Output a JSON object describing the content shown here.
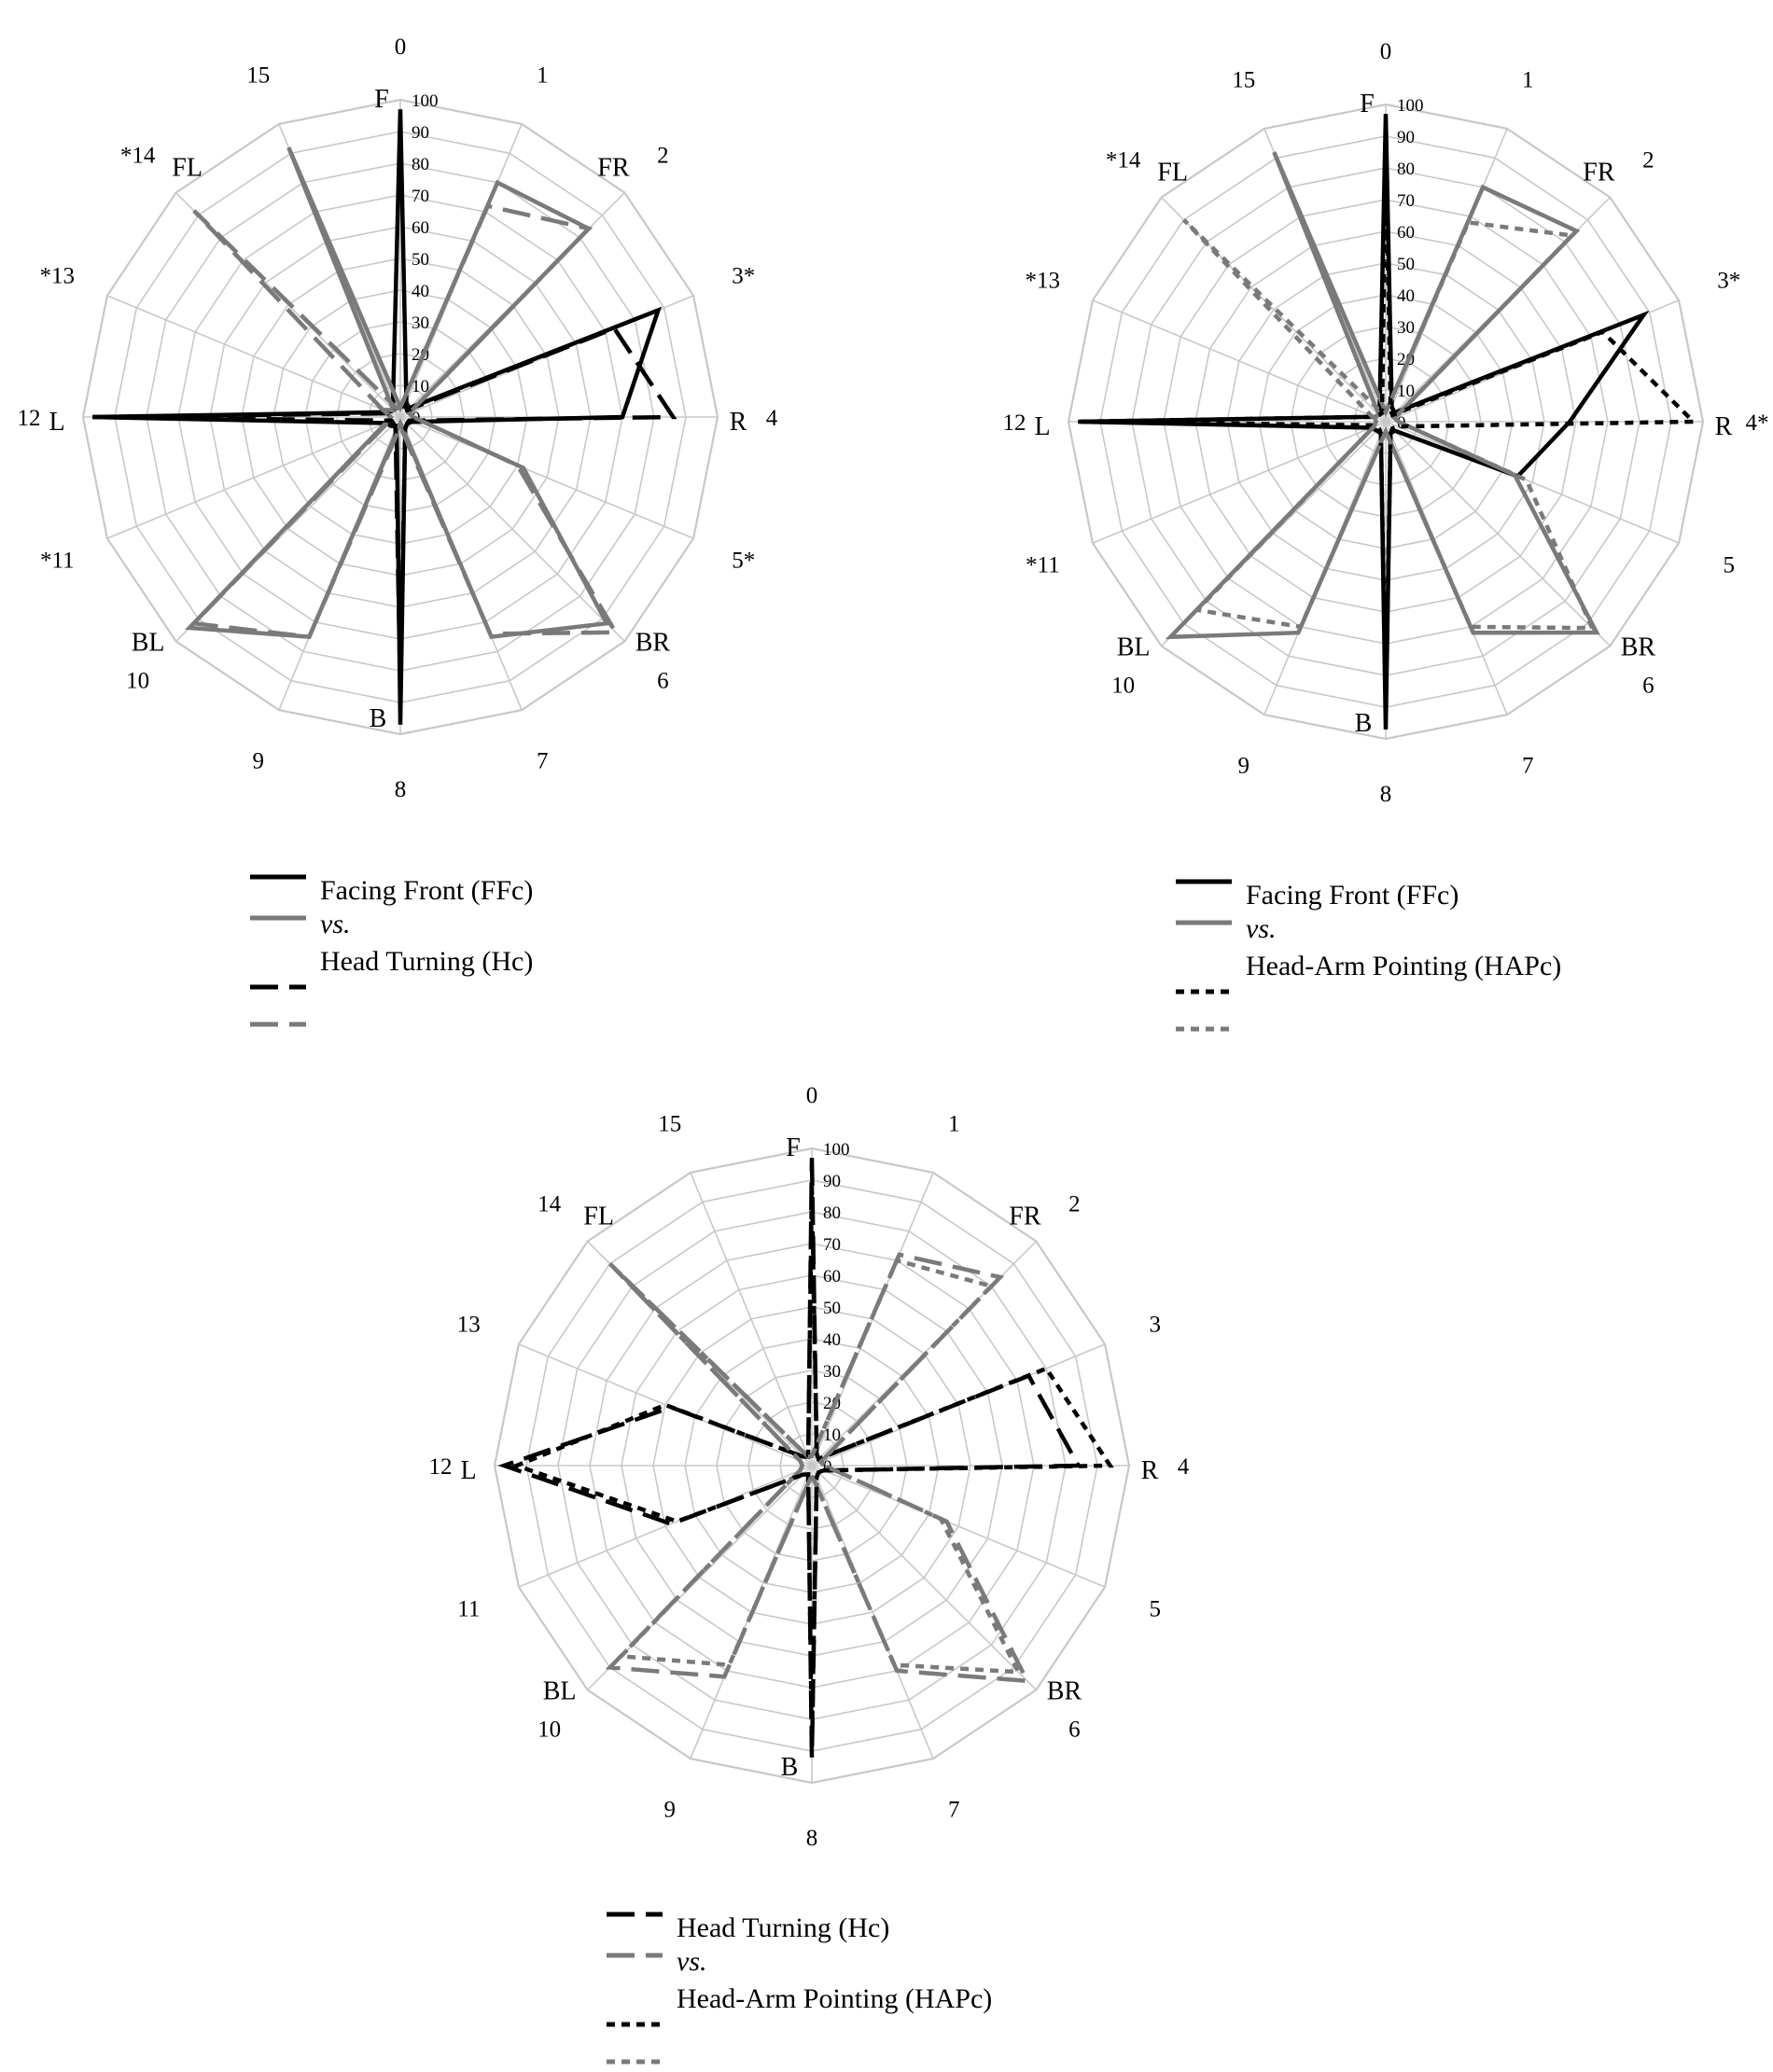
{
  "colors": {
    "black": "#000000",
    "gray": "#7a7a7a",
    "grid": "#c8c8c8"
  },
  "chart_data": [
    {
      "type": "radar",
      "axes": [
        "0",
        "1",
        "2",
        "3*",
        "4",
        "5*",
        "6",
        "7",
        "8",
        "9",
        "10",
        "*11",
        "12",
        "*13",
        "*14",
        "15"
      ],
      "direction_labels": {
        "F": 0,
        "FR": 2,
        "R": 4,
        "BR": 6,
        "B": 8,
        "BL": 10,
        "L": 12,
        "FL": 14
      },
      "ticks": [
        "0",
        "10",
        "20",
        "30",
        "40",
        "50",
        "60",
        "70",
        "80",
        "90",
        "100"
      ],
      "range": [
        0,
        100
      ],
      "series": [
        {
          "name": "Facing Front (FFc)",
          "color": "#000000",
          "dash": "solid",
          "values": [
            97,
            5,
            4,
            88,
            70,
            4,
            3,
            4,
            97,
            3,
            4,
            5,
            97,
            4,
            3,
            6
          ]
        },
        {
          "name": "Facing Front (FFc)",
          "color": "#7a7a7a",
          "dash": "solid",
          "values": [
            3,
            80,
            84,
            3,
            4,
            42,
            92,
            75,
            2,
            75,
            94,
            5,
            3,
            6,
            3,
            92
          ]
        },
        {
          "name": "Head Turning (Hc)",
          "color": "#000000",
          "dash": "dash",
          "values": [
            3,
            4,
            3,
            73,
            86,
            3,
            3,
            4,
            88,
            4,
            3,
            3,
            97,
            3,
            4,
            3
          ]
        },
        {
          "name": "Head Turning (Hc)",
          "color": "#7a7a7a",
          "dash": "dash",
          "values": [
            3,
            72,
            84,
            3,
            4,
            40,
            96,
            74,
            3,
            75,
            92,
            4,
            3,
            6,
            92,
            3
          ]
        }
      ],
      "legend": [
        {
          "text": "Facing Front (FFc)",
          "lines": [
            {
              "color": "#000000",
              "dash": "solid"
            },
            {
              "color": "#7a7a7a",
              "dash": "solid"
            }
          ]
        },
        {
          "text": "vs.",
          "italic": true,
          "lines": []
        },
        {
          "text": "Head Turning (Hc)",
          "lines": [
            {
              "color": "#000000",
              "dash": "dash"
            },
            {
              "color": "#7a7a7a",
              "dash": "dash"
            }
          ]
        }
      ]
    },
    {
      "type": "radar",
      "axes": [
        "0",
        "1",
        "2",
        "3*",
        "4*",
        "5",
        "6",
        "7",
        "8",
        "9",
        "10",
        "*11",
        "12",
        "*13",
        "*14",
        "15"
      ],
      "direction_labels": {
        "F": 0,
        "FR": 2,
        "R": 4,
        "BR": 6,
        "B": 8,
        "BL": 10,
        "L": 12,
        "FL": 14
      },
      "ticks": [
        "0",
        "10",
        "20",
        "30",
        "40",
        "50",
        "60",
        "70",
        "80",
        "90",
        "100"
      ],
      "range": [
        0,
        100
      ],
      "series": [
        {
          "name": "Facing Front (FFc)",
          "color": "#000000",
          "dash": "solid",
          "values": [
            97,
            5,
            4,
            88,
            58,
            45,
            4,
            4,
            97,
            4,
            4,
            5,
            97,
            4,
            3,
            5
          ]
        },
        {
          "name": "Facing Front (FFc)",
          "color": "#7a7a7a",
          "dash": "solid",
          "values": [
            3,
            80,
            85,
            3,
            4,
            44,
            94,
            72,
            3,
            72,
            96,
            4,
            3,
            4,
            3,
            92
          ]
        },
        {
          "name": "Head-Arm Pointing (HAPc)",
          "color": "#000000",
          "dash": "dot",
          "values": [
            88,
            4,
            3,
            74,
            97,
            4,
            3,
            4,
            90,
            4,
            3,
            3,
            97,
            4,
            3,
            3
          ]
        },
        {
          "name": "Head-Arm Pointing (HAPc)",
          "color": "#7a7a7a",
          "dash": "dot",
          "values": [
            3,
            68,
            83,
            3,
            4,
            48,
            92,
            70,
            3,
            70,
            84,
            4,
            3,
            5,
            90,
            3
          ]
        }
      ],
      "legend": [
        {
          "text": "Facing Front (FFc)",
          "lines": [
            {
              "color": "#000000",
              "dash": "solid"
            },
            {
              "color": "#7a7a7a",
              "dash": "solid"
            }
          ]
        },
        {
          "text": "vs.",
          "italic": true,
          "lines": []
        },
        {
          "text": "Head-Arm Pointing (HAPc)",
          "lines": [
            {
              "color": "#000000",
              "dash": "dot"
            },
            {
              "color": "#7a7a7a",
              "dash": "dot"
            }
          ]
        }
      ]
    },
    {
      "type": "radar",
      "axes": [
        "0",
        "1",
        "2",
        "3",
        "4",
        "5",
        "6",
        "7",
        "8",
        "9",
        "10",
        "11",
        "12",
        "13",
        "14",
        "15"
      ],
      "direction_labels": {
        "F": 0,
        "FR": 2,
        "R": 4,
        "BR": 6,
        "B": 8,
        "BL": 10,
        "L": 12,
        "FL": 14
      },
      "ticks": [
        "0",
        "10",
        "20",
        "30",
        "40",
        "50",
        "60",
        "70",
        "80",
        "90",
        "100"
      ],
      "range": [
        0,
        100
      ],
      "series": [
        {
          "name": "Head Turning (Hc)",
          "color": "#000000",
          "dash": "dash",
          "values": [
            97,
            4,
            3,
            74,
            84,
            4,
            3,
            4,
            92,
            3,
            4,
            48,
            97,
            48,
            4,
            3
          ]
        },
        {
          "name": "Head Turning (Hc)",
          "color": "#7a7a7a",
          "dash": "dash",
          "values": [
            3,
            72,
            84,
            3,
            4,
            46,
            96,
            70,
            3,
            72,
            90,
            4,
            3,
            4,
            90,
            3
          ]
        },
        {
          "name": "Head-Arm Pointing (HAPc)",
          "color": "#000000",
          "dash": "dot",
          "values": [
            88,
            4,
            3,
            80,
            94,
            4,
            3,
            4,
            88,
            3,
            4,
            46,
            93,
            50,
            4,
            3
          ]
        },
        {
          "name": "Head-Arm Pointing (HAPc)",
          "color": "#7a7a7a",
          "dash": "dot",
          "values": [
            3,
            70,
            80,
            3,
            4,
            44,
            92,
            68,
            3,
            68,
            85,
            4,
            3,
            4,
            88,
            3
          ]
        }
      ],
      "legend": [
        {
          "text": "Head Turning (Hc)",
          "lines": [
            {
              "color": "#000000",
              "dash": "dash"
            },
            {
              "color": "#7a7a7a",
              "dash": "dash"
            }
          ]
        },
        {
          "text": "vs.",
          "italic": true,
          "lines": []
        },
        {
          "text": "Head-Arm Pointing (HAPc)",
          "lines": [
            {
              "color": "#000000",
              "dash": "dot"
            },
            {
              "color": "#7a7a7a",
              "dash": "dot"
            }
          ]
        }
      ]
    }
  ]
}
